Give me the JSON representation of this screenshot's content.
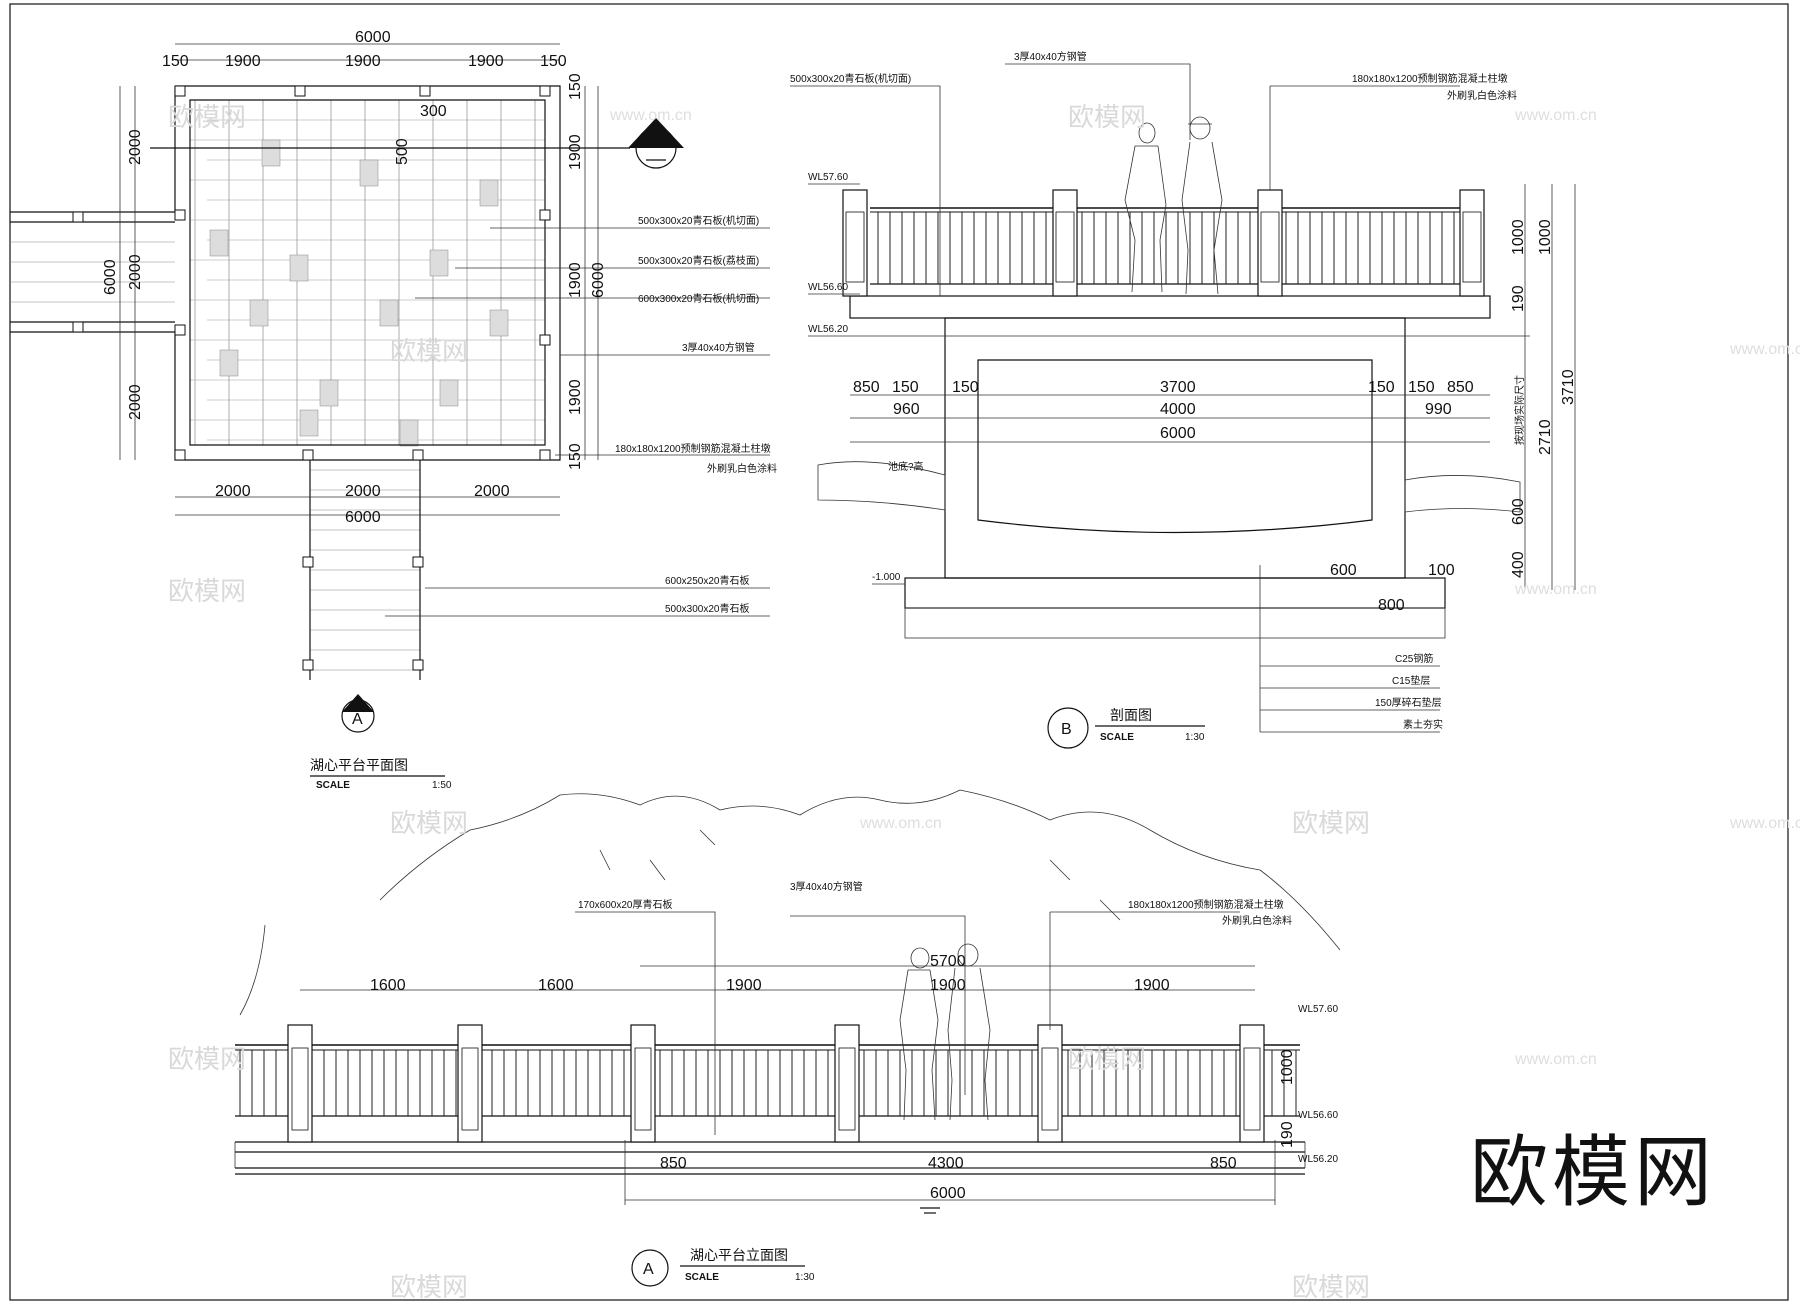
{
  "plan": {
    "title": "湖心平台平面图",
    "scale_word": "SCALE",
    "scale": "1:50",
    "section_mark": "B",
    "view_mark": "A",
    "dims_top": [
      "6000",
      "150",
      "1900",
      "1900",
      "1900",
      "150"
    ],
    "dims_left": [
      "2000",
      "6000",
      "2000",
      "2000"
    ],
    "dims_right": [
      "150",
      "1900",
      "1900",
      "6000",
      "1900",
      "150"
    ],
    "dims_bottom": [
      "2000",
      "2000",
      "2000",
      "6000"
    ],
    "tile_dims": [
      "300",
      "500"
    ],
    "notes": [
      "500x300x20青石板(机切面)",
      "500x300x20青石板(荔枝面)",
      "600x300x20青石板(机切面)",
      "3厚40x40方钢管",
      "180x180x1200预制钢筋混凝土柱墩",
      "外刷乳白色涂料",
      "600x250x20青石板",
      "500x300x20青石板"
    ]
  },
  "section": {
    "title": "剖面图",
    "scale_word": "SCALE",
    "scale": "1:30",
    "mark": "B",
    "top_notes": [
      "500x300x20青石板(机切面)",
      "3厚40x40方钢管",
      "180x180x1200预制钢筋混凝土柱墩",
      "外刷乳白色涂料"
    ],
    "levels": [
      "WL57.60",
      "WL56.60",
      "WL56.20",
      "池底?高",
      "-1.000"
    ],
    "dims_row1": [
      "850",
      "150",
      "150",
      "3700",
      "150",
      "150",
      "850"
    ],
    "dims_row2": [
      "960",
      "4000",
      "990"
    ],
    "dims_row3": [
      "6000"
    ],
    "dims_right": [
      "1000",
      "1000",
      "190",
      "3710",
      "2710",
      "600",
      "400"
    ],
    "vertical_note": "按现场实际尺寸",
    "bottom_dims": [
      "600",
      "100",
      "800"
    ],
    "layers": [
      "C25钢筋",
      "C15垫层",
      "150厚碎石垫层",
      "素土夯实"
    ]
  },
  "elevation": {
    "title": "湖心平台立面图",
    "scale_word": "SCALE",
    "scale": "1:30",
    "mark": "A",
    "notes": [
      "170x600x20厚青石板",
      "3厚40x40方钢管",
      "180x180x1200预制钢筋混凝土柱墩",
      "外刷乳白色涂料"
    ],
    "dims_top": [
      "5700",
      "1600",
      "1600",
      "1900",
      "1900",
      "1900"
    ],
    "dims_bottom": [
      "850",
      "4300",
      "850",
      "6000"
    ],
    "levels": [
      "WL57.60",
      "WL56.60",
      "WL56.20"
    ],
    "dims_right": [
      "1000",
      "190"
    ]
  },
  "watermark": {
    "brand": "欧模网",
    "url": "www.om.cn"
  }
}
